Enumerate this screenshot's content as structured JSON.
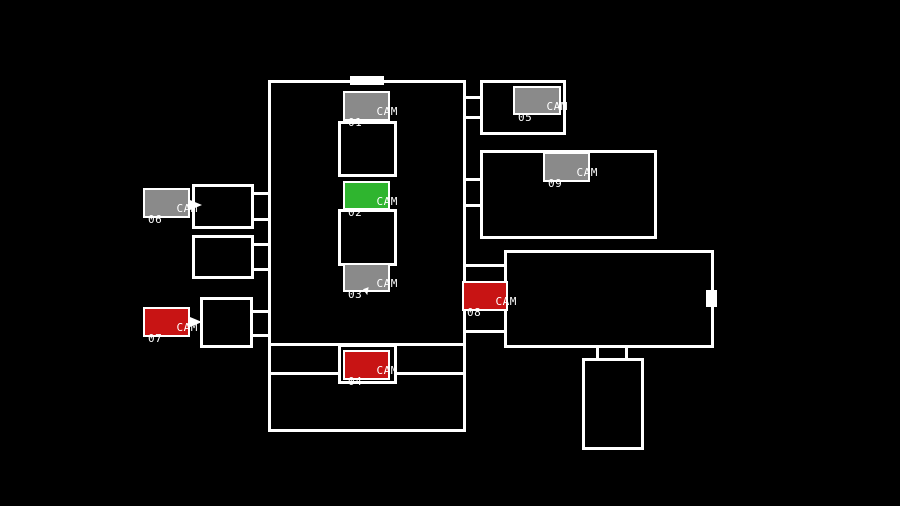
{
  "colors": {
    "background": "#000000",
    "wall": "#ffffff",
    "cam_default": "#8a8a8a",
    "cam_selected": "#2fb52f",
    "cam_alert": "#c81414"
  },
  "cameras": {
    "cam01": {
      "line1": "CAM",
      "line2": "01",
      "state": "default"
    },
    "cam02": {
      "line1": "CAM",
      "line2": "02",
      "state": "selected"
    },
    "cam03": {
      "line1": "CAM",
      "line2": "03",
      "state": "default"
    },
    "cam04": {
      "line1": "CAM",
      "line2": "04",
      "state": "alert"
    },
    "cam05": {
      "line1": "CAM",
      "line2": "05",
      "state": "default"
    },
    "cam06": {
      "line1": "CAM",
      "line2": "06",
      "state": "default"
    },
    "cam07": {
      "line1": "CAM",
      "line2": "07",
      "state": "alert"
    },
    "cam08": {
      "line1": "CAM",
      "line2": "08",
      "state": "alert"
    },
    "cam09": {
      "line1": "CAM",
      "line2": "09",
      "state": "default"
    }
  }
}
